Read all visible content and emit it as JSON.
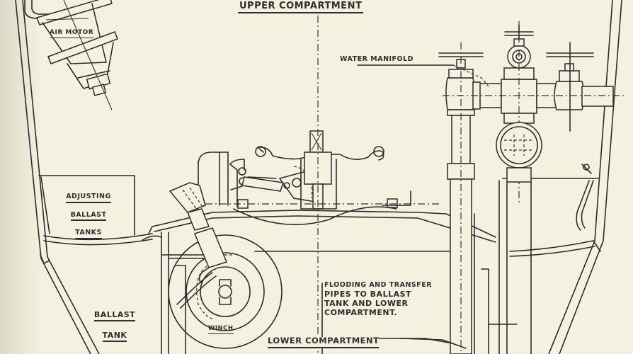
{
  "diagram": {
    "colors": {
      "paper": "#f4f1e0",
      "ink": "#2b2b2b"
    },
    "labels": {
      "upper_compartment": "UPPER COMPARTMENT",
      "air_motor": "AIR MOTOR",
      "water_manifold": "WATER MANIFOLD",
      "adjusting_ballast_tanks": [
        "ADJUSTING",
        "BALLAST",
        "TANKS"
      ],
      "ballast_tank": [
        "BALLAST",
        "TANK"
      ],
      "winch": "WINCH",
      "flooding_pipes": [
        "FLOODING AND TRANSFER",
        "PIPES TO BALLAST",
        "TANK AND LOWER",
        "COMPARTMENT."
      ],
      "lower_compartment": "LOWER COMPARTMENT"
    }
  }
}
